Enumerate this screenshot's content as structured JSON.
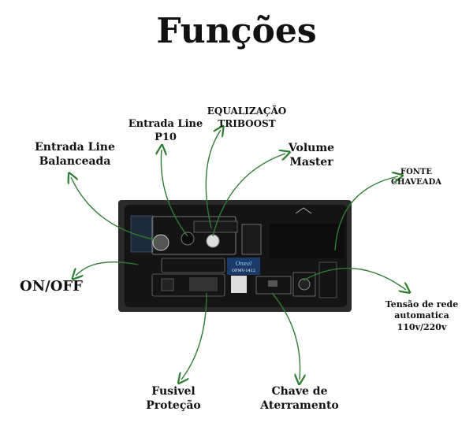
{
  "title": "Funções",
  "colors": {
    "arrow": "#2e7d32",
    "panel": "#1c1c1c"
  },
  "panel": {
    "brand": "Oneal",
    "model": "OPMV-1412"
  },
  "labels": {
    "line_balanceada": [
      "Entrada Line",
      "Balanceada"
    ],
    "line_p10": [
      "Entrada Line",
      "P10"
    ],
    "eq": [
      "EQUALIZAÇÃO",
      "TRIBOOST"
    ],
    "volume": [
      "Volume",
      "Master"
    ],
    "fonte": [
      "FONTE",
      "CHAVEADA"
    ],
    "tensao": [
      "Tensão de rede",
      "automatica",
      "110v/220v"
    ],
    "onoff": "ON/OFF",
    "fusivel": [
      "Fusivel",
      "Proteção"
    ],
    "chave": [
      "Chave de",
      "Aterramento"
    ]
  }
}
